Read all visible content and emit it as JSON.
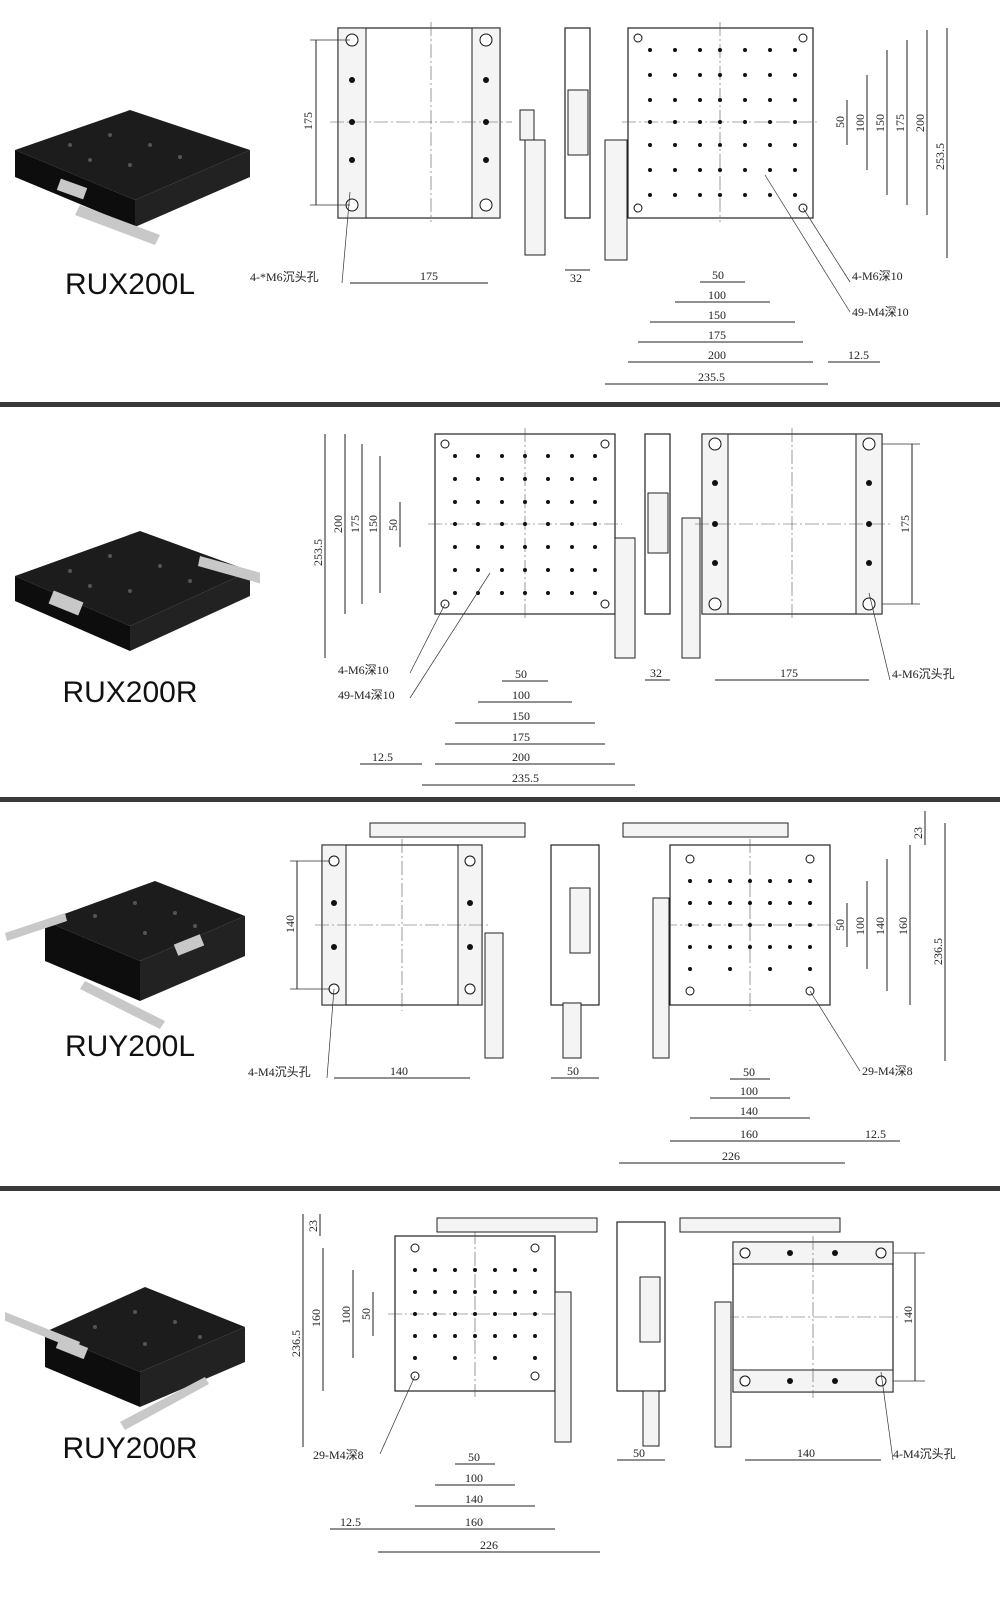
{
  "sections": [
    {
      "model": "RUX200L",
      "labels": {
        "top_175": "175",
        "bottom_175": "175",
        "side_32": "32",
        "hole_note_left": "4-*M6沉头孔",
        "v_50": "50",
        "v_100": "100",
        "v_150": "150",
        "v_175": "175",
        "v_200": "200",
        "v_2535": "253.5",
        "h_50": "50",
        "h_100": "100",
        "h_150": "150",
        "h_175": "175",
        "h_200": "200",
        "h_2355": "235.5",
        "offset_125": "12.5",
        "note_m6": "4-M6深10",
        "note_m4": "49-M4深10"
      }
    },
    {
      "model": "RUX200R",
      "labels": {
        "v_2535": "253.5",
        "v_200": "200",
        "v_175": "175",
        "v_150": "150",
        "v_50": "50",
        "note_m6": "4-M6深10",
        "note_m4": "49-M4深10",
        "h_50": "50",
        "h_100": "100",
        "h_150": "150",
        "h_175": "175",
        "h_200": "200",
        "h_2355": "235.5",
        "offset_125": "12.5",
        "side_32": "32",
        "bottom_175": "175",
        "right_175": "175",
        "hole_note_right": "4-M6沉头孔"
      }
    },
    {
      "model": "RUY200L",
      "labels": {
        "left_140": "140",
        "bottom_140": "140",
        "hole_note_left": "4-M4沉头孔",
        "side_50": "50",
        "v_23": "23",
        "v_50": "50",
        "v_100": "100",
        "v_140": "140",
        "v_160": "160",
        "v_2365": "236.5",
        "note_m4": "29-M4深8",
        "h_50": "50",
        "h_100": "100",
        "h_140": "140",
        "h_160": "160",
        "h_226": "226",
        "offset_125": "12.5"
      }
    },
    {
      "model": "RUY200R",
      "labels": {
        "v_23": "23",
        "v_2365": "236.5",
        "v_160": "160",
        "v_100": "100",
        "v_50": "50",
        "note_m4": "29-M4深8",
        "h_50": "50",
        "h_100": "100",
        "h_140": "140",
        "h_160": "160",
        "h_226": "226",
        "offset_125": "12.5",
        "side_50": "50",
        "bottom_140": "140",
        "right_140": "140",
        "hole_note_right": "4-M4沉头孔"
      }
    }
  ],
  "colors": {
    "divider": "#3a3a3a",
    "stage_top": "#1c1c1c",
    "stage_side": "#0d0d0d",
    "metal": "#c8c8c8"
  }
}
